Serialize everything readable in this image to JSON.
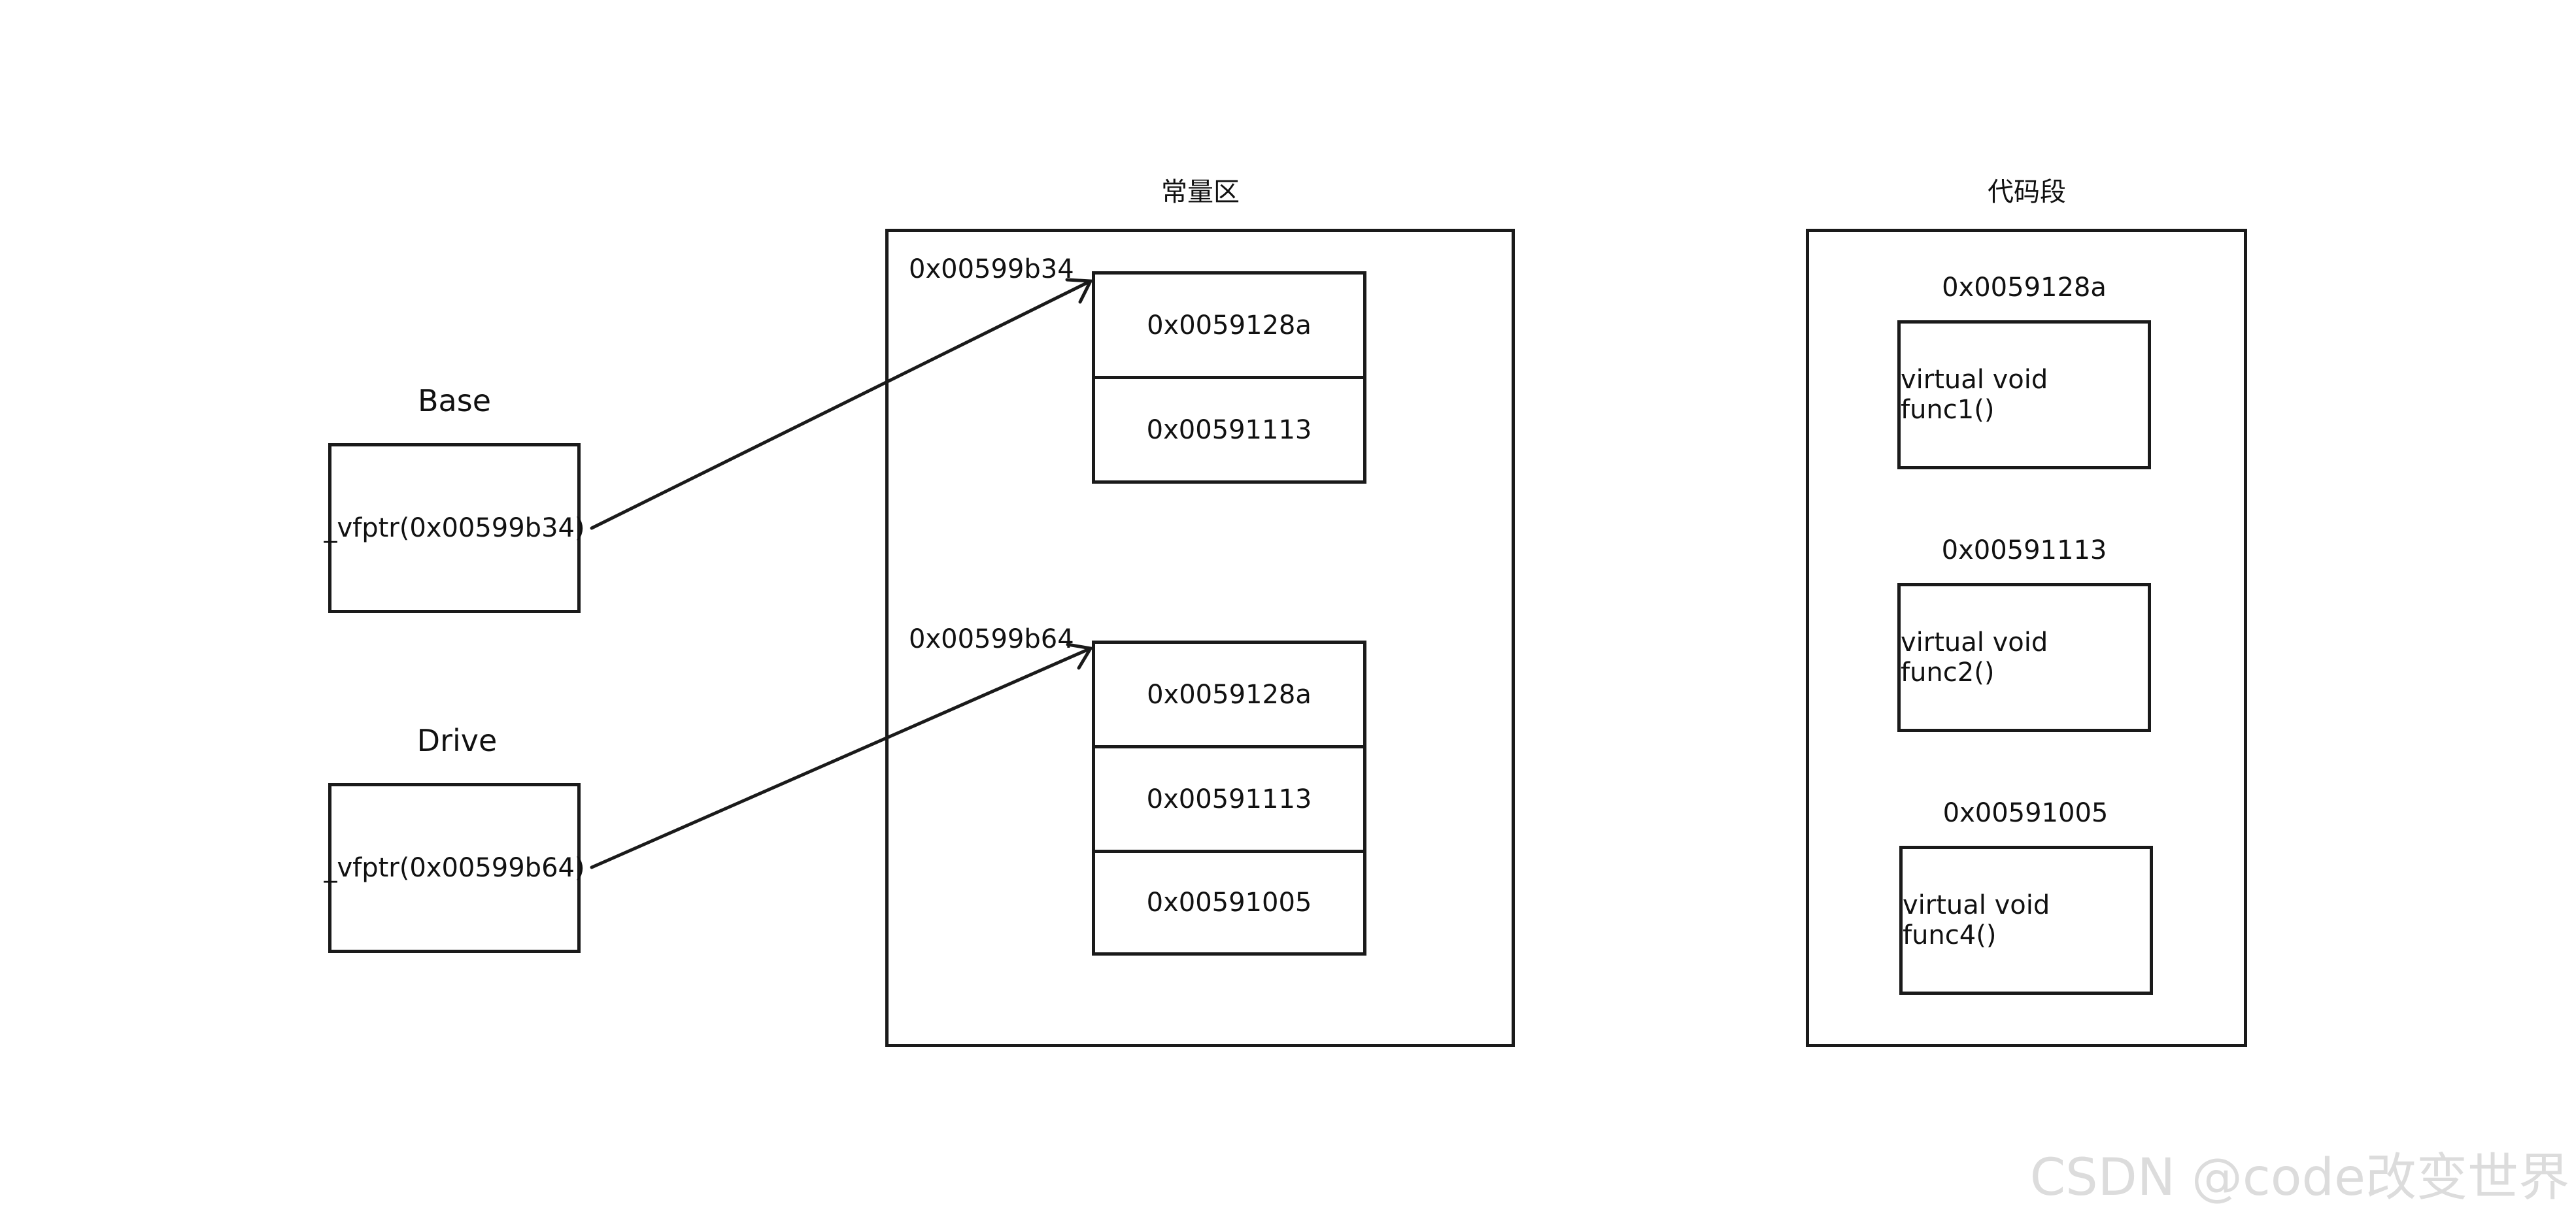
{
  "objects": {
    "base": {
      "title": "Base",
      "field": "_vfptr(0x00599b34)"
    },
    "drive": {
      "title": "Drive",
      "field": "_vfptr(0x00599b64)"
    }
  },
  "constant_area": {
    "title": "常量区",
    "base_vtable": {
      "address": "0x00599b34",
      "entries": [
        "0x0059128a",
        "0x00591113"
      ]
    },
    "drive_vtable": {
      "address": "0x00599b64",
      "entries": [
        "0x0059128a",
        "0x00591113",
        "0x00591005"
      ]
    }
  },
  "code_segment": {
    "title": "代码段",
    "functions": [
      {
        "address": "0x0059128a",
        "name": "virtual void func1()"
      },
      {
        "address": "0x00591113",
        "name": "virtual void func2()"
      },
      {
        "address": "0x00591005",
        "name": "virtual void func4()"
      }
    ]
  },
  "watermark": "CSDN @code改变世界",
  "colors": {
    "stroke": "#1a1a1a",
    "text": "#111111",
    "watermark": "#dcdcdc"
  }
}
